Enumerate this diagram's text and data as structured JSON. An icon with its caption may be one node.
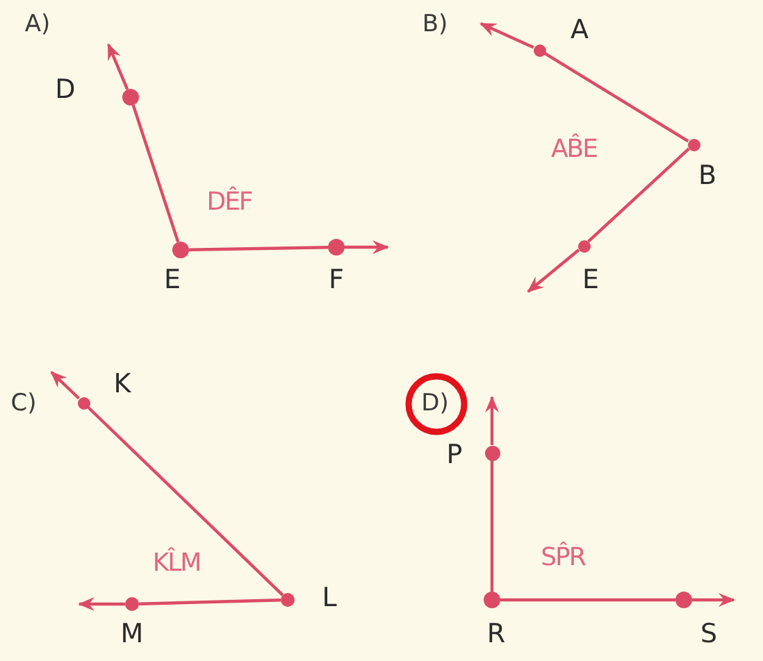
{
  "diagram": {
    "nodes": [
      {
        "text": [
          "D"
        ]
      },
      {
        "text": [
          "E"
        ]
      },
      {
        "text": [
          "F"
        ]
      },
      {
        "text": [
          "A"
        ]
      },
      {
        "text": [
          "B"
        ]
      },
      {
        "text": [
          "E"
        ]
      },
      {
        "text": [
          "K"
        ]
      },
      {
        "text": [
          "L"
        ]
      },
      {
        "text": [
          "M"
        ]
      },
      {
        "text": [
          "P"
        ]
      },
      {
        "text": [
          "R"
        ]
      },
      {
        "text": [
          "S"
        ]
      }
    ],
    "edges": [
      {
        "from": 1,
        "to": 0,
        "arrow": "none"
      },
      {
        "from": 0,
        "to": null,
        "arrow": "to"
      },
      {
        "from": 1,
        "to": 2,
        "arrow": "none"
      },
      {
        "from": 2,
        "to": null,
        "arrow": "to"
      },
      {
        "from": 4,
        "to": 3,
        "arrow": "none"
      },
      {
        "from": 3,
        "to": null,
        "arrow": "to"
      },
      {
        "from": 4,
        "to": 5,
        "arrow": "none"
      },
      {
        "from": 5,
        "to": null,
        "arrow": "to"
      },
      {
        "from": 7,
        "to": 6,
        "arrow": "none"
      },
      {
        "from": 6,
        "to": null,
        "arrow": "to"
      },
      {
        "from": 7,
        "to": 8,
        "arrow": "none"
      },
      {
        "from": 8,
        "to": null,
        "arrow": "to"
      },
      {
        "from": 10,
        "to": 9,
        "arrow": "none"
      },
      {
        "from": 9,
        "to": null,
        "arrow": "to"
      },
      {
        "from": 10,
        "to": 11,
        "arrow": "none"
      },
      {
        "from": 11,
        "to": null,
        "arrow": "to"
      }
    ],
    "labels": [
      "A)",
      "DÊF",
      "B)",
      "AB̂E",
      "C)",
      "KL̂M",
      "D)",
      "SP̂R"
    ]
  }
}
